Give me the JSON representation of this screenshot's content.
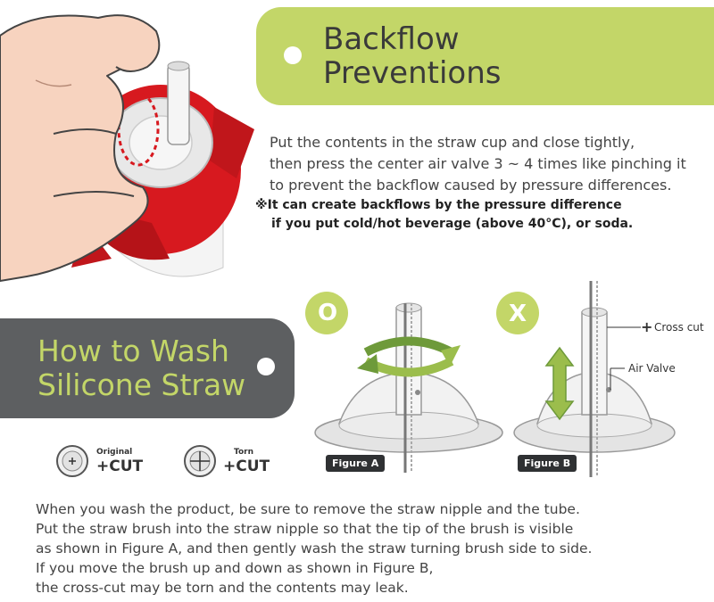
{
  "backflow": {
    "title_line1": "Backflow",
    "title_line2": "Preventions",
    "description": [
      "Put the contents in the straw cup and close tightly,",
      "then press the center air valve 3 ~ 4 times like pinching it",
      "to prevent the backflow caused by pressure differences."
    ],
    "note": [
      "※It can create backflows by the pressure difference",
      "if you put cold/hot beverage (above 40°C), or soda."
    ]
  },
  "wash": {
    "title_line1": "How to Wash",
    "title_line2": "Silicone Straw",
    "legend": [
      {
        "small": "Original",
        "big": "+CUT"
      },
      {
        "small": "Torn",
        "big": "+CUT"
      }
    ],
    "description": [
      "When you wash the product, be sure to remove the straw nipple and the tube.",
      "Put the straw brush into the straw nipple so that the tip of the brush is visible",
      "as shown in Figure A, and then gently wash the straw turning brush side to side.",
      "If you move the brush up and down as shown in Figure B,",
      "the cross-cut may be torn and the contents may leak."
    ]
  },
  "figures": {
    "a": {
      "badge": "O",
      "label": "Figure A"
    },
    "b": {
      "badge": "X",
      "label": "Figure B",
      "callout_cross": "Cross cut",
      "callout_valve": "Air Valve"
    }
  },
  "colors": {
    "accent_green": "#c3d668",
    "dark_gray": "#5d5f61",
    "cup_red": "#d7191f"
  }
}
